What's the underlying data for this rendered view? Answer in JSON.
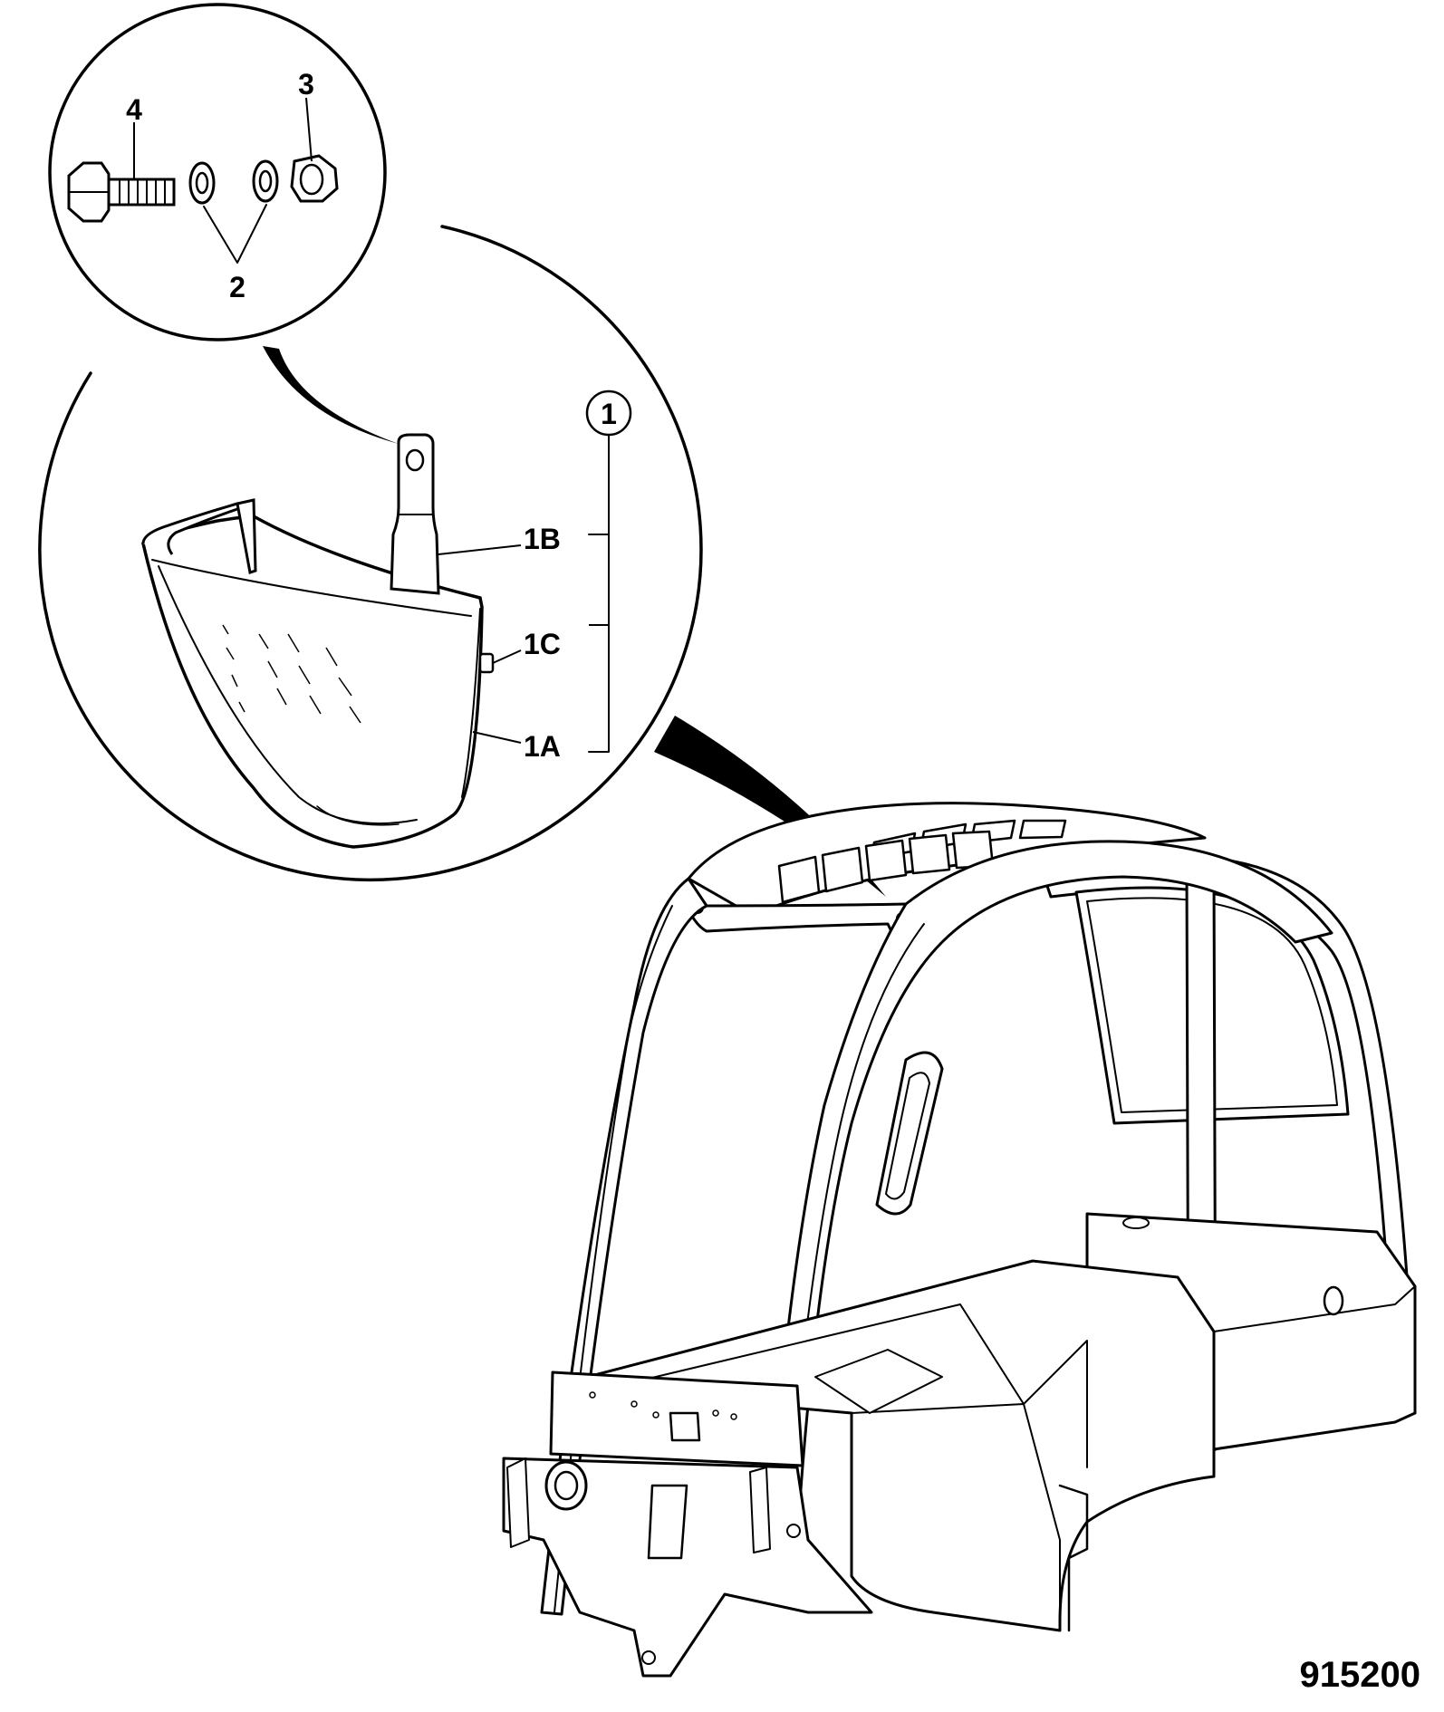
{
  "callouts": {
    "item_4": "4",
    "item_3": "3",
    "item_2": "2",
    "item_1": "1",
    "item_1B": "1B",
    "item_1C": "1C",
    "item_1A": "1A"
  },
  "figure_number": "915200",
  "colors": {
    "line": "#000000",
    "background": "#ffffff"
  }
}
